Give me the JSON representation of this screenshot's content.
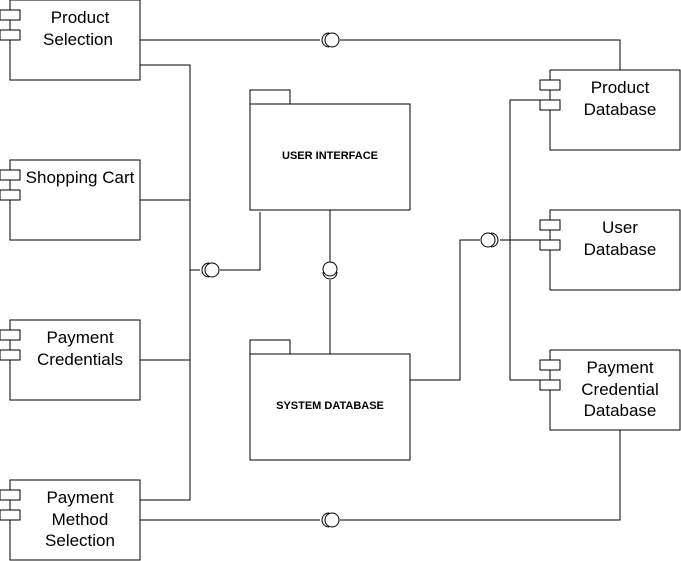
{
  "components": {
    "product_selection": [
      "Product",
      "Selection"
    ],
    "shopping_cart": [
      "Shopping Cart"
    ],
    "payment_credentials": [
      "Payment",
      "Credentials"
    ],
    "payment_method_selection": [
      "Payment",
      "Method",
      "Selection"
    ],
    "product_database": [
      "Product",
      "Database"
    ],
    "user_database": [
      "User",
      "Database"
    ],
    "payment_credential_database": [
      "Payment",
      "Credential",
      "Database"
    ]
  },
  "packages": {
    "user_interface": "USER INTERFACE",
    "system_database": "SYSTEM DATABASE"
  }
}
